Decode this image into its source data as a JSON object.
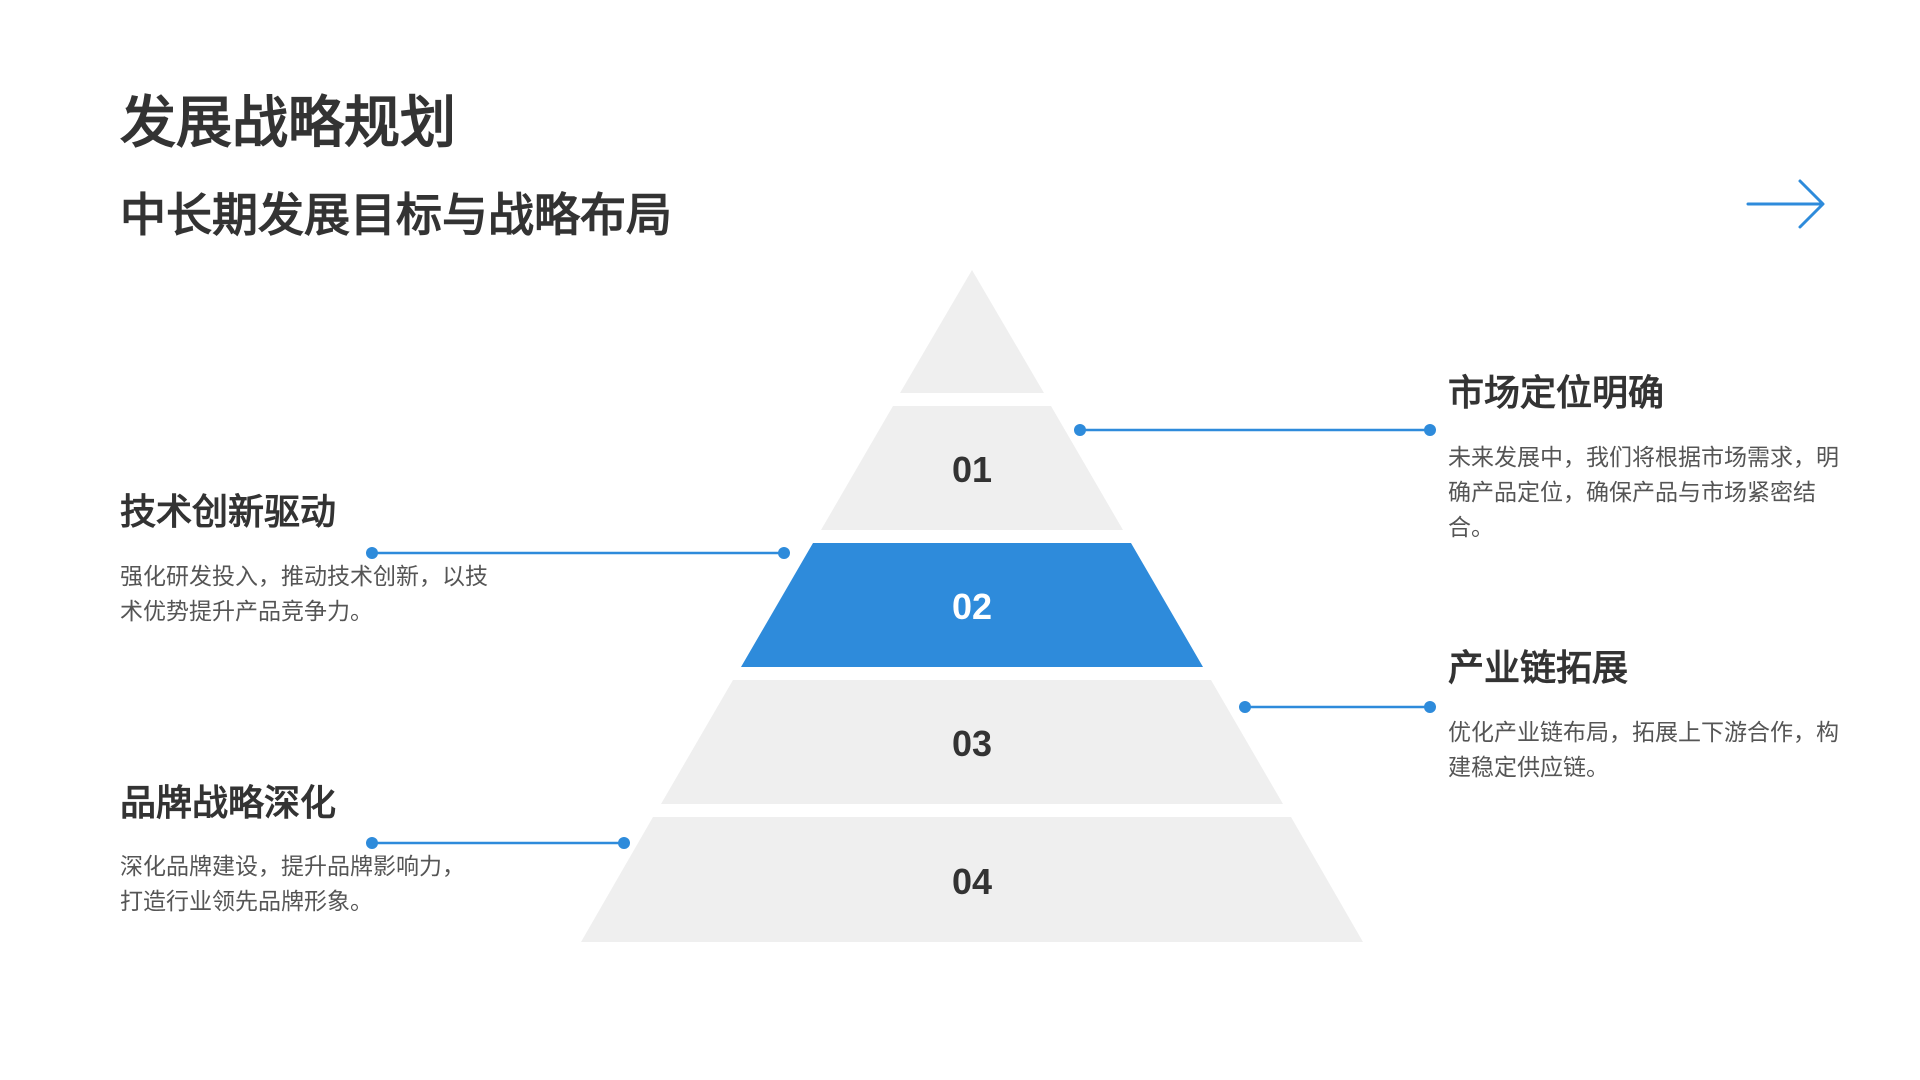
{
  "header": {
    "title": "发展战略规划",
    "subtitle": "中长期发展目标与战略布局"
  },
  "colors": {
    "accent": "#2E8BDB",
    "level_fill": "#EFEFEF",
    "highlight_fill": "#2E8BDB",
    "text_dark": "#333333",
    "text_body": "#555555"
  },
  "pyramid": {
    "levels": [
      {
        "label": "",
        "highlighted": false
      },
      {
        "label": "01",
        "highlighted": false
      },
      {
        "label": "02",
        "highlighted": true
      },
      {
        "label": "03",
        "highlighted": false
      },
      {
        "label": "04",
        "highlighted": false
      }
    ]
  },
  "items": {
    "market": {
      "title": "市场定位明确",
      "desc": "未来发展中，我们将根据市场需求，明确产品定位，确保产品与市场紧密结合。",
      "level": "01"
    },
    "tech": {
      "title": "技术创新驱动",
      "desc": "强化研发投入，推动技术创新，以技术优势提升产品竞争力。",
      "level": "02"
    },
    "industry": {
      "title": "产业链拓展",
      "desc": "优化产业链布局，拓展上下游合作，构建稳定供应链。",
      "level": "03"
    },
    "brand": {
      "title": "品牌战略深化",
      "desc": "深化品牌建设，提升品牌影响力，打造行业领先品牌形象。",
      "level": "04"
    }
  },
  "nav": {
    "next_icon": "arrow-right-icon"
  }
}
